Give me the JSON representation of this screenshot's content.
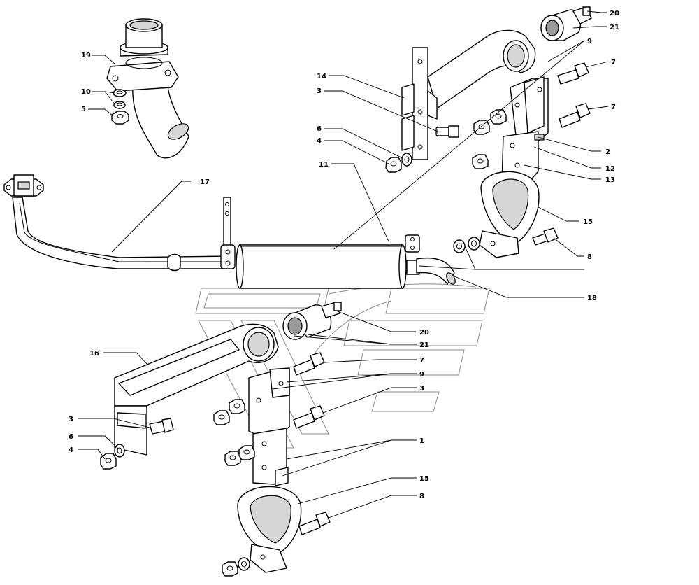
{
  "callouts": [
    {
      "id": "c19",
      "label": "19"
    },
    {
      "id": "c10",
      "label": "10"
    },
    {
      "id": "c5",
      "label": "5"
    },
    {
      "id": "c17",
      "label": "17"
    },
    {
      "id": "c14",
      "label": "14"
    },
    {
      "id": "c3a",
      "label": "3"
    },
    {
      "id": "c6a",
      "label": "6"
    },
    {
      "id": "c4a",
      "label": "4"
    },
    {
      "id": "c11",
      "label": "11"
    },
    {
      "id": "c20a",
      "label": "20"
    },
    {
      "id": "c21a",
      "label": "21"
    },
    {
      "id": "c9a",
      "label": "9"
    },
    {
      "id": "c7a",
      "label": "7"
    },
    {
      "id": "c7b",
      "label": "7"
    },
    {
      "id": "c2",
      "label": "2"
    },
    {
      "id": "c12",
      "label": "12"
    },
    {
      "id": "c13",
      "label": "13"
    },
    {
      "id": "c15a",
      "label": "15"
    },
    {
      "id": "c8a",
      "label": "8"
    },
    {
      "id": "c18",
      "label": "18"
    },
    {
      "id": "c20b",
      "label": "20"
    },
    {
      "id": "c21b",
      "label": "21"
    },
    {
      "id": "c16",
      "label": "16"
    },
    {
      "id": "c7c",
      "label": "7"
    },
    {
      "id": "c9b",
      "label": "9"
    },
    {
      "id": "c3b",
      "label": "3"
    },
    {
      "id": "c3c",
      "label": "3"
    },
    {
      "id": "c6b",
      "label": "6"
    },
    {
      "id": "c4b",
      "label": "4"
    },
    {
      "id": "c1",
      "label": "1"
    },
    {
      "id": "c15b",
      "label": "15"
    },
    {
      "id": "c8b",
      "label": "8"
    }
  ]
}
